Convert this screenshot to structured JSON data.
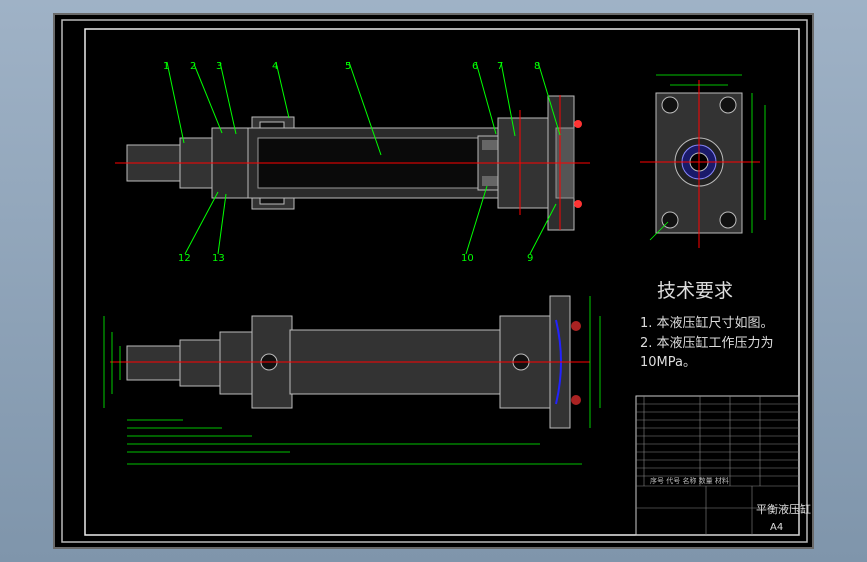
{
  "title_block": {
    "drawing_name": "平衡液压缸",
    "sheet_size": "A4",
    "parts_list_note": "序号 代号 名称 数量 材料"
  },
  "technical_requirements": {
    "heading": "技术要求",
    "item_1": "1. 本液压缸尺寸如图。",
    "item_2": "2. 本液压缸工作压力为",
    "item_2_cont": "10MPa。"
  },
  "callouts": [
    "1",
    "2",
    "3",
    "4",
    "5",
    "6",
    "7",
    "8",
    "9",
    "10",
    "12",
    "13"
  ],
  "colors": {
    "background": "#000000",
    "frame": "#ffffff",
    "part_fill": "#3a3a3a",
    "centerline": "#ff0000",
    "leader": "#00ff00",
    "dimension": "#00ff00",
    "hatch": "#c0c0c0",
    "accent_blue": "#2020ff"
  }
}
